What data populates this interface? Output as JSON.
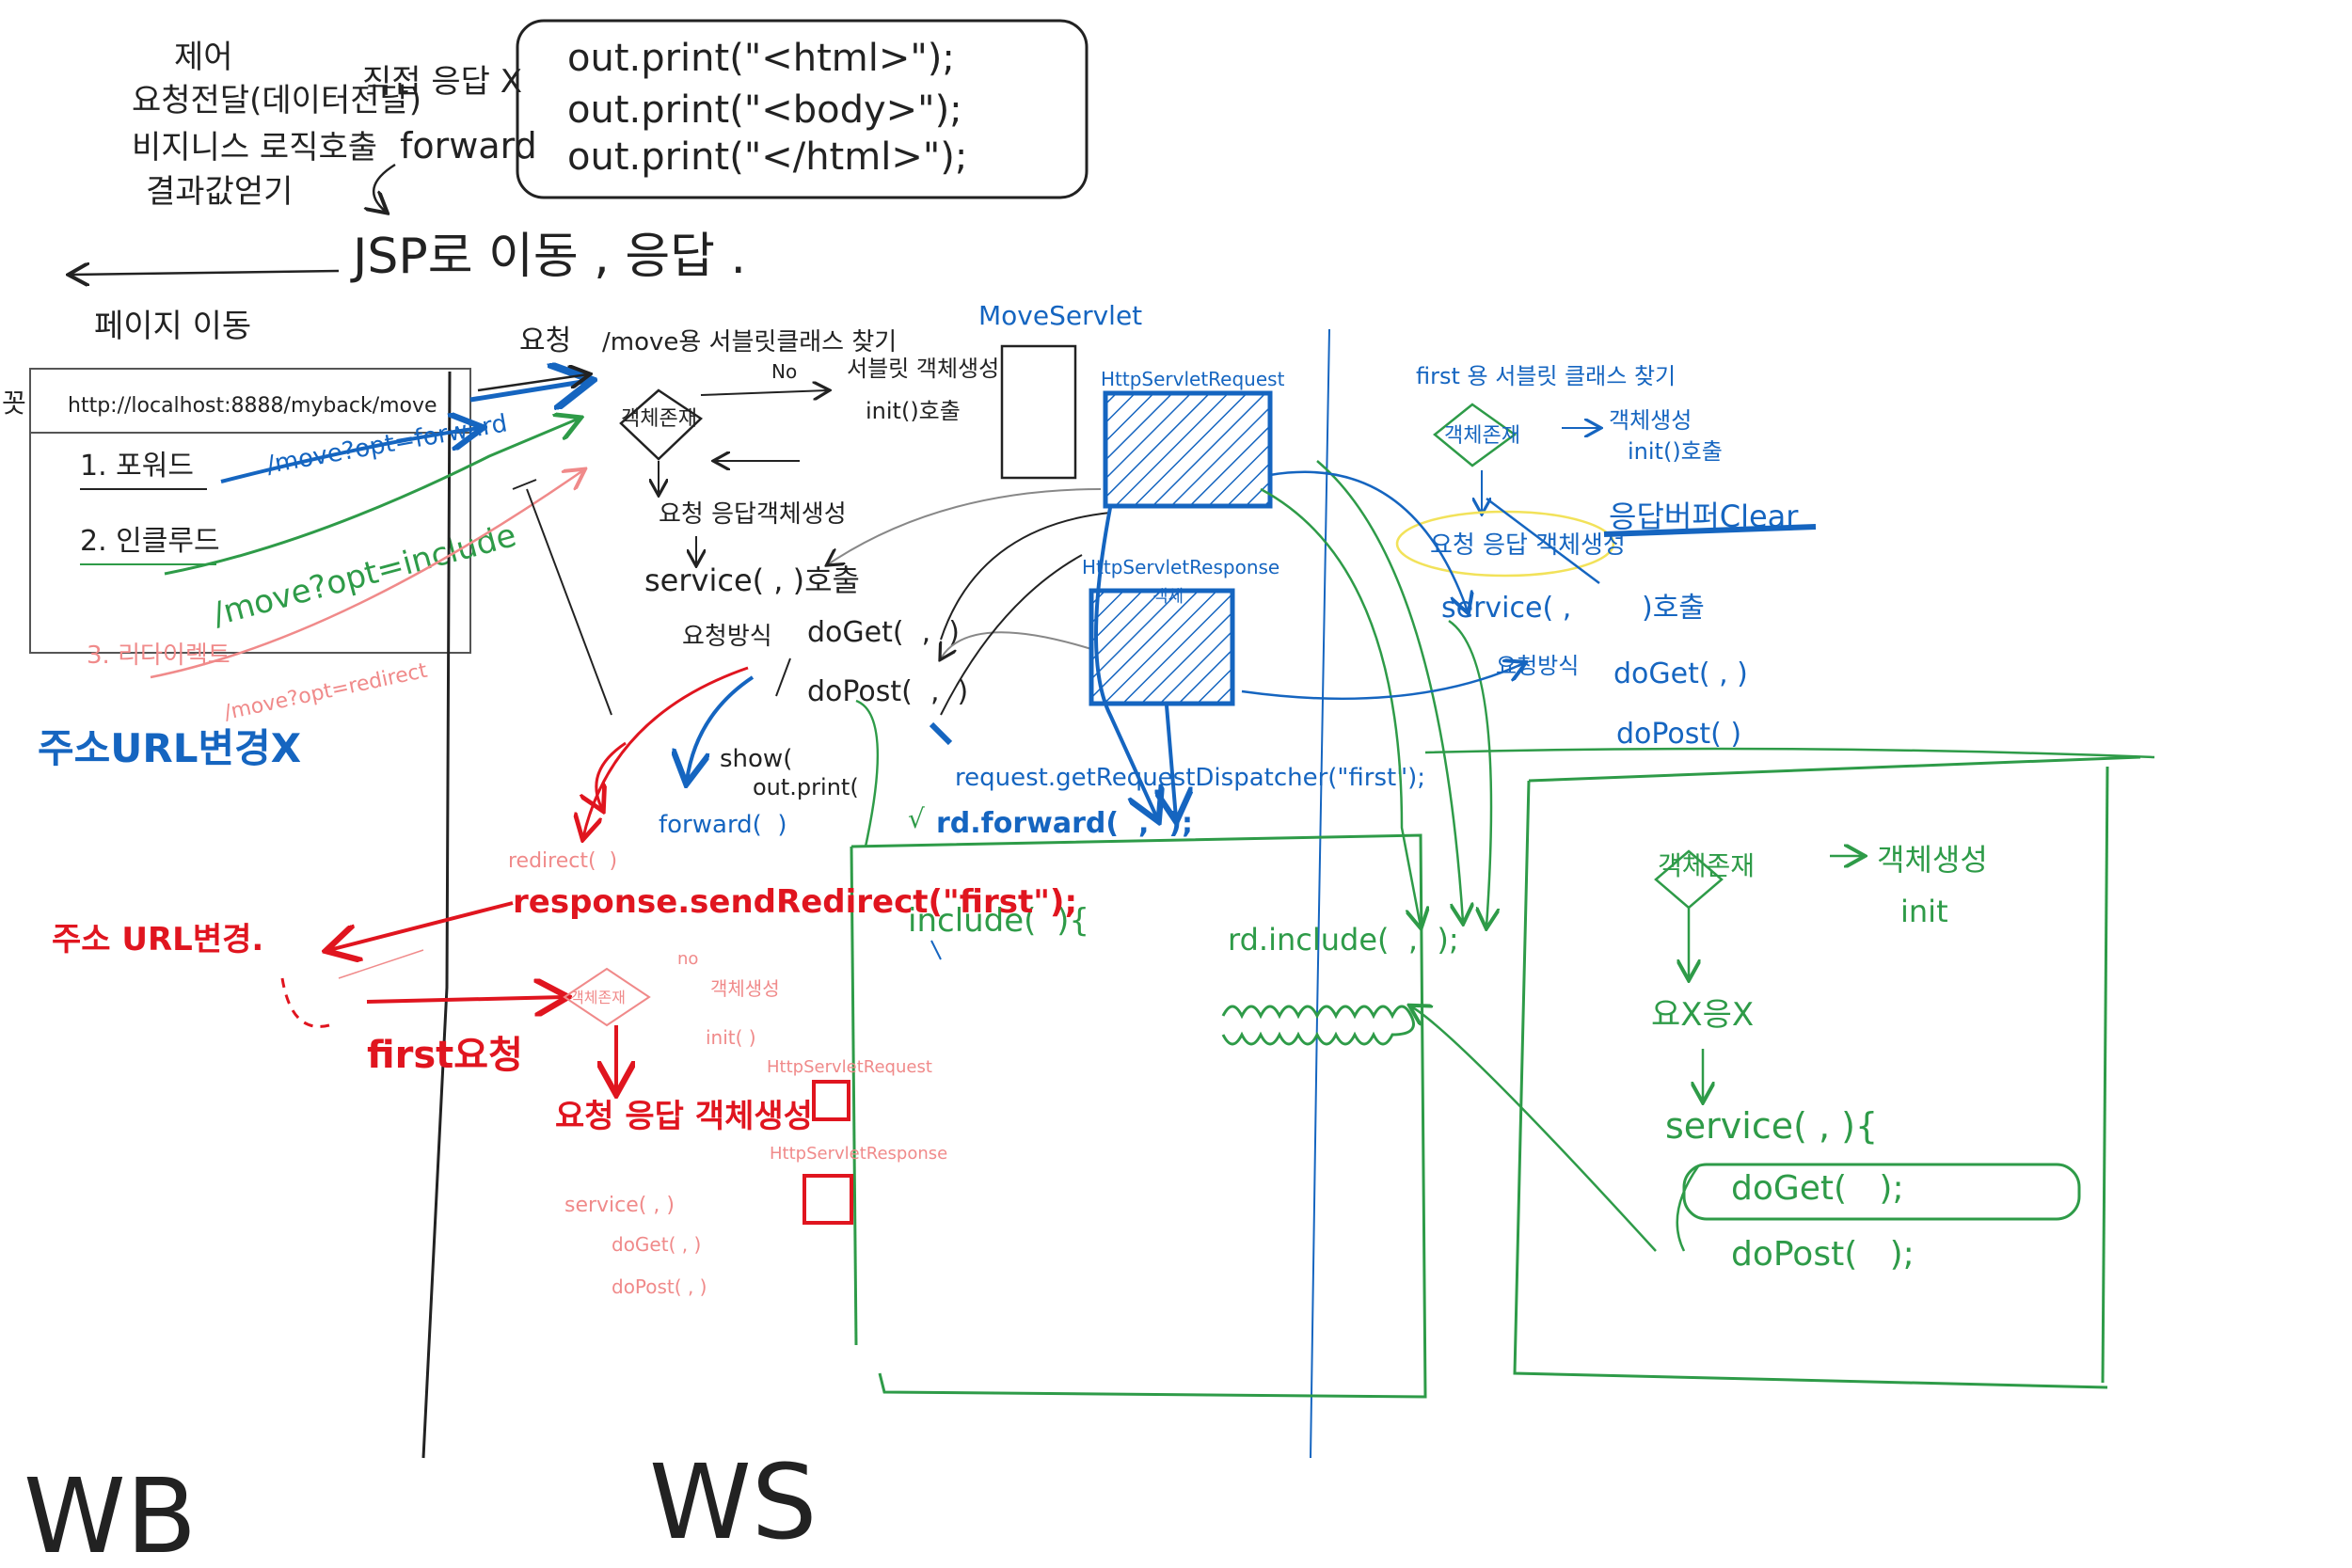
{
  "colors": {
    "black": "#222222",
    "blue": "#1565c0",
    "green": "#2e9b48",
    "red": "#e0151f",
    "pink": "#f08a8a",
    "yellow": "#f2e25a",
    "gray": "#8a8a8a"
  },
  "top_left": {
    "line1": "제어",
    "line2": "요청전달(데이터전달)",
    "line3": "비지니스 로직호출",
    "line4": "결과값얻기",
    "no_response": "직접 응답 X",
    "forward": "forward",
    "jsp_move": "JSP로 이동 , 응답 ."
  },
  "code_box": {
    "line1": "out.print(\"<html>\");",
    "line2": "out.print(\"<body>\");",
    "line3": "out.print(\"</html>\");"
  },
  "browser": {
    "page_move": "페이지 이동",
    "url": "http://localhost:8888/myback/move",
    "side_mark": "꼿",
    "item1": "1. 포워드",
    "item2": "2. 인클루드",
    "item3": "3. 리다이렉트",
    "link_forward": "/move?opt=forward",
    "link_include": "/move?opt=include",
    "link_redirect": "/move?opt=redirect",
    "url_unchanged": "주소URL변경X",
    "url_changed": "주소 URL변경."
  },
  "server_flow": {
    "request": "요청",
    "find_class": "/move용 서블릿클래스 찾기",
    "exists": "객체존재",
    "no": "No",
    "create_obj": "서블릿 객체생성",
    "init": "init()호출",
    "create_req_res": "요청 응답객체생성",
    "service": "service( , )호출",
    "method": "요청방식",
    "doget": "doGet(  ,  )",
    "dopost": "doPost(  ,  )",
    "show": "show(",
    "outprint": "out.print(",
    "forward_call": "forward(  )",
    "redirect_call": "redirect(  )",
    "include_call": "include(  ){"
  },
  "move_servlet": {
    "title": "MoveServlet",
    "req_obj": "HttpServletRequest",
    "res_obj": "HttpServletResponse",
    "obj_word": "객체"
  },
  "forward_code": {
    "line1": "request.getRequestDispatcher(\"first\");",
    "line2": "rd.forward(  ,  );",
    "include_line": "rd.include(  ,  );"
  },
  "redirect": {
    "send_redirect": "response.sendRedirect(\"first\");",
    "first_request": "first요청",
    "exists": "객체존재",
    "create_obj": "객체생성",
    "init": "init( )",
    "create_req_res": "요청 응답 객체생성",
    "req_obj": "HttpServletRequest",
    "res_obj": "HttpServletResponse",
    "service": "service( , )",
    "doget": "doGet( , )",
    "dopost": "doPost( , )",
    "no_mark": "no"
  },
  "first_servlet": {
    "find_class": "first 용 서블릿 클래스 찾기",
    "exists": "객체존재",
    "create_obj": "객체생성",
    "init": "init()호출",
    "create_req_res": "요청 응답 객체생성",
    "buffer_clear": "응답버퍼Clear",
    "service": "service( ,",
    "call": ")호출",
    "method": "요청방식",
    "doget": "doGet( , )",
    "dopost": "doPost( )"
  },
  "include_box": {
    "exists": "객체존재",
    "create_obj": "객체생성",
    "init": "init",
    "no_req_res": "요X응X",
    "service": "service( , ){",
    "doget": "doGet(   );",
    "dopost": "doPost(   );"
  },
  "bottom": {
    "wb": "WB",
    "ws": "WS"
  }
}
